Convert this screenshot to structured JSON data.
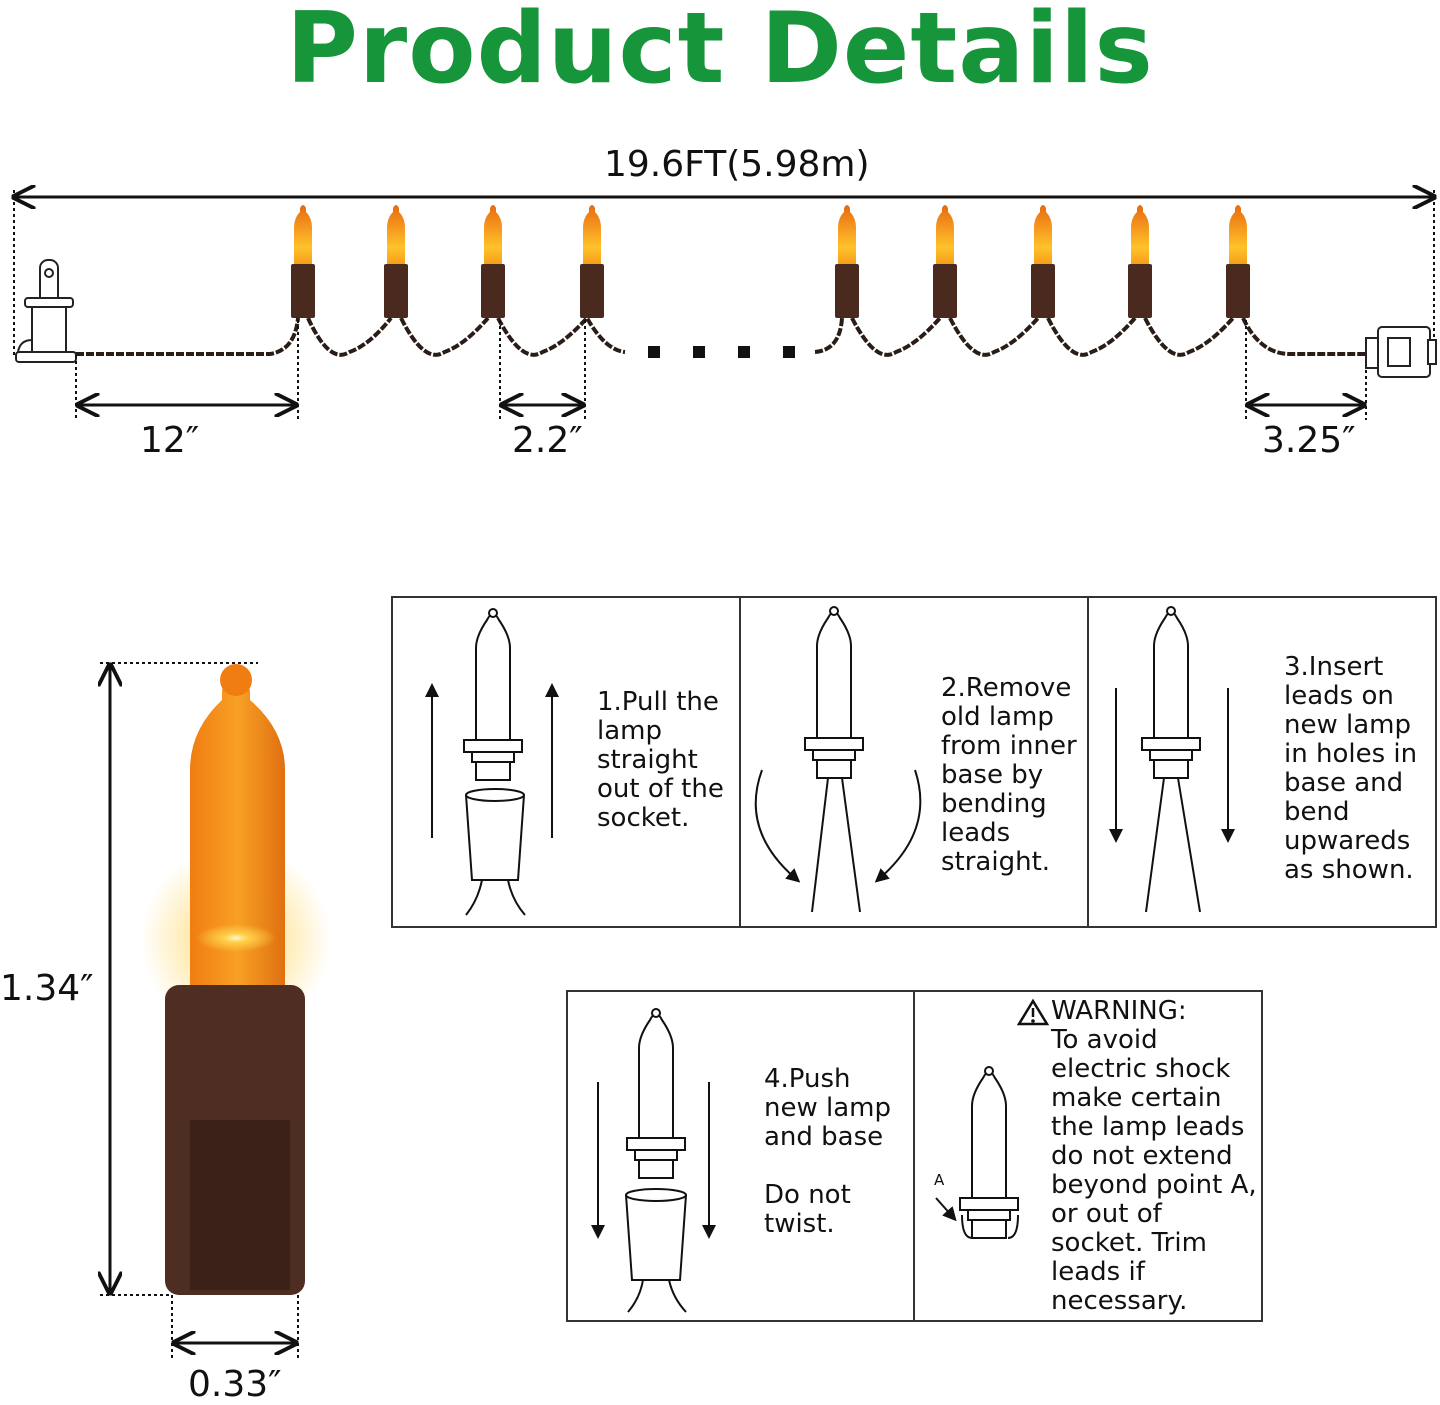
{
  "title": "Product Details",
  "colors": {
    "title": "#17953a",
    "bulb": "#f29a1a",
    "base": "#4a2a1e",
    "wire": "#2a1c16"
  },
  "dimensions": {
    "total_length": "19.6FT(5.98m)",
    "plug_to_first": "12″",
    "bulb_spacing": "2.2″",
    "last_to_end": "3.25″",
    "bulb_height": "1.34″",
    "bulb_width": "0.33″"
  },
  "steps": [
    {
      "text": "1.Pull the\nlamp\nstraight\nout of the\nsocket."
    },
    {
      "text": "2.Remove\nold lamp\nfrom inner\nbase by\nbending\nleads\nstraight."
    },
    {
      "text": "3.Insert\nleads on\nnew lamp\nin holes in\nbase and\nbend\nupwareds\nas shown."
    },
    {
      "text": "4.Push\nnew lamp\nand base\n\nDo not\ntwist."
    }
  ],
  "warning": {
    "heading": "WARNING:",
    "text": "To avoid\nelectric shock\nmake certain\nthe lamp leads\ndo not extend\nbeyond point A,\nor out of\nsocket. Trim\nleads if\nnecessary.",
    "point_label": "A"
  }
}
